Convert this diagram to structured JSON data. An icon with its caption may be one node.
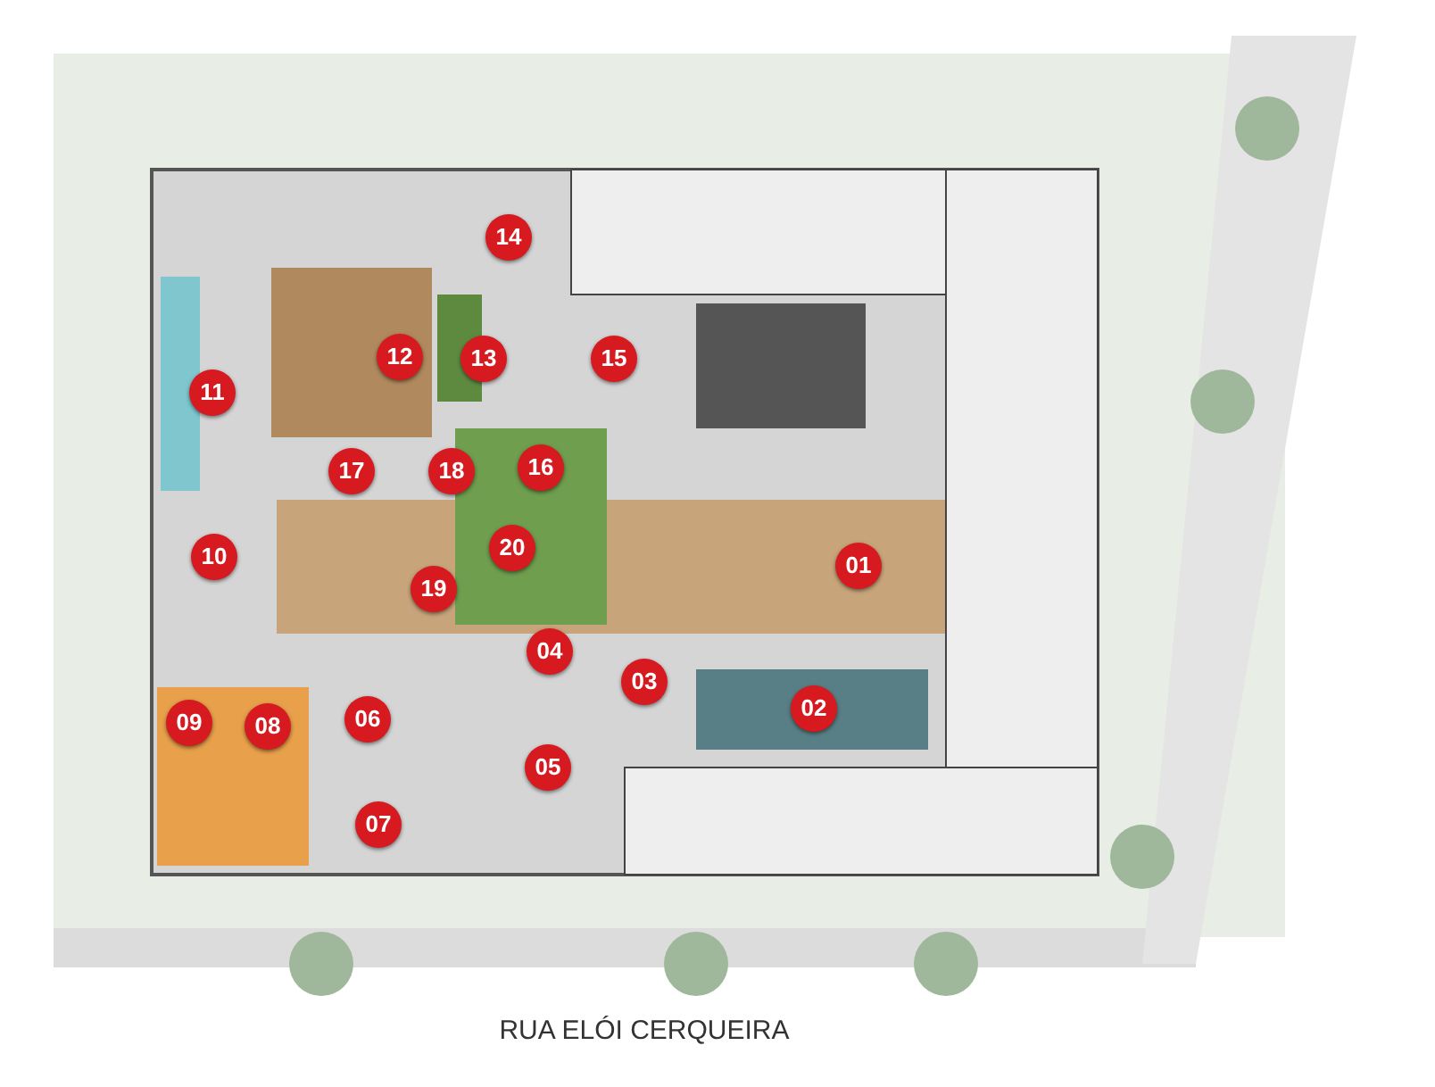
{
  "diagram": {
    "labels": [
      "14",
      "12",
      "13",
      "15",
      "11",
      "17",
      "18",
      "16",
      "20",
      "10",
      "01",
      "19",
      "04",
      "03",
      "02",
      "09",
      "08",
      "06",
      "05",
      "07",
      "RUA ELÓI CERQUEIRA"
    ]
  }
}
